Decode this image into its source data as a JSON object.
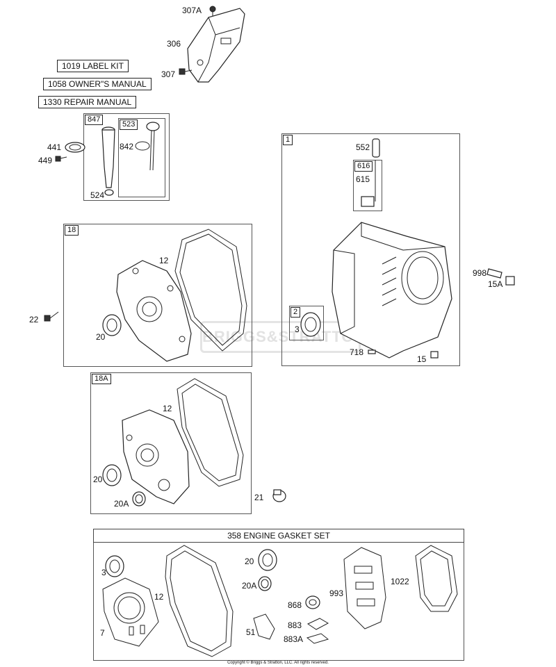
{
  "kits": [
    {
      "id": "label-kit",
      "text": "1019 LABEL KIT"
    },
    {
      "id": "owners-manual",
      "text": "1058 OWNER\"S MANUAL"
    },
    {
      "id": "repair-manual",
      "text": "1330 REPAIR MANUAL"
    }
  ],
  "boxes": {
    "b847": "847",
    "b523": "523",
    "b1": "1",
    "b616": "616",
    "b18": "18",
    "b2": "2",
    "b18A": "18A"
  },
  "gasket_set_title": "358 ENGINE GASKET SET",
  "watermark": "BRIGGS&STRATTON",
  "copyright": "Copyright © Briggs & Stratton, LLC. All rights reserved.",
  "callouts": {
    "c307A": "307A",
    "c306": "306",
    "c307": "307",
    "c441": "441",
    "c449": "449",
    "c842": "842",
    "c524": "524",
    "c552": "552",
    "c615": "615",
    "c998": "998",
    "c15A": "15A",
    "c12a": "12",
    "c22": "22",
    "c20a": "20",
    "c3a": "3",
    "c718": "718",
    "c15": "15",
    "c12b": "12",
    "c20b": "20",
    "c20Ab": "20A",
    "c21": "21",
    "c3b": "3",
    "c12c": "12",
    "c20c": "20",
    "c20Ac": "20A",
    "c993": "993",
    "c1022": "1022",
    "c868": "868",
    "c7": "7",
    "c51": "51",
    "c883": "883",
    "c883A": "883A"
  }
}
